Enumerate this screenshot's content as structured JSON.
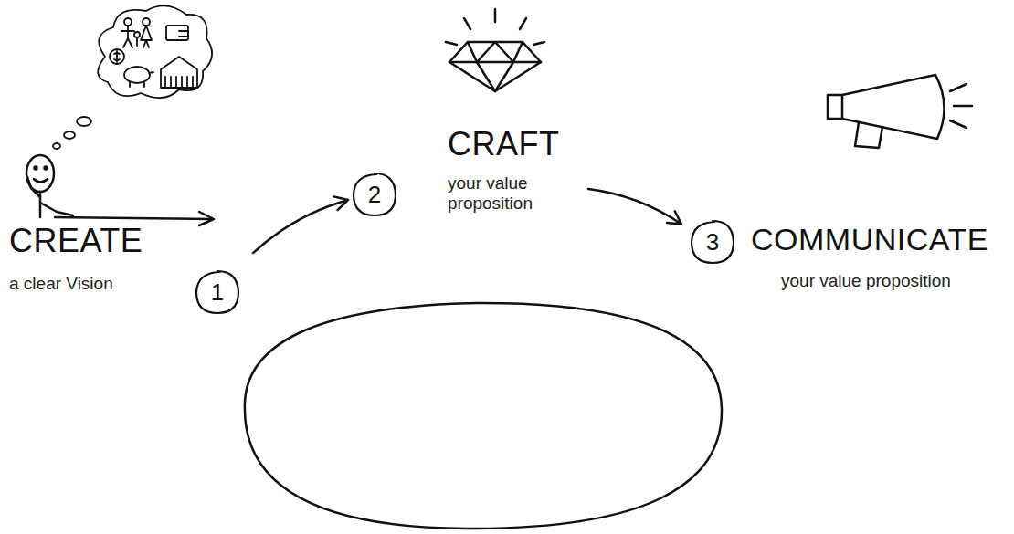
{
  "diagram": {
    "nodes": [
      {
        "text": [
          "1",
          "CREATE",
          "a clear Vision"
        ]
      },
      {
        "text": [
          "2",
          "CRAFT",
          "your value proposition"
        ]
      },
      {
        "text": [
          "3",
          "COMMUNICATE",
          "your value proposition"
        ]
      }
    ],
    "edges": [
      {
        "from": 0,
        "to": 1,
        "arrow": "to"
      },
      {
        "from": 1,
        "to": 2,
        "arrow": "to"
      }
    ]
  }
}
